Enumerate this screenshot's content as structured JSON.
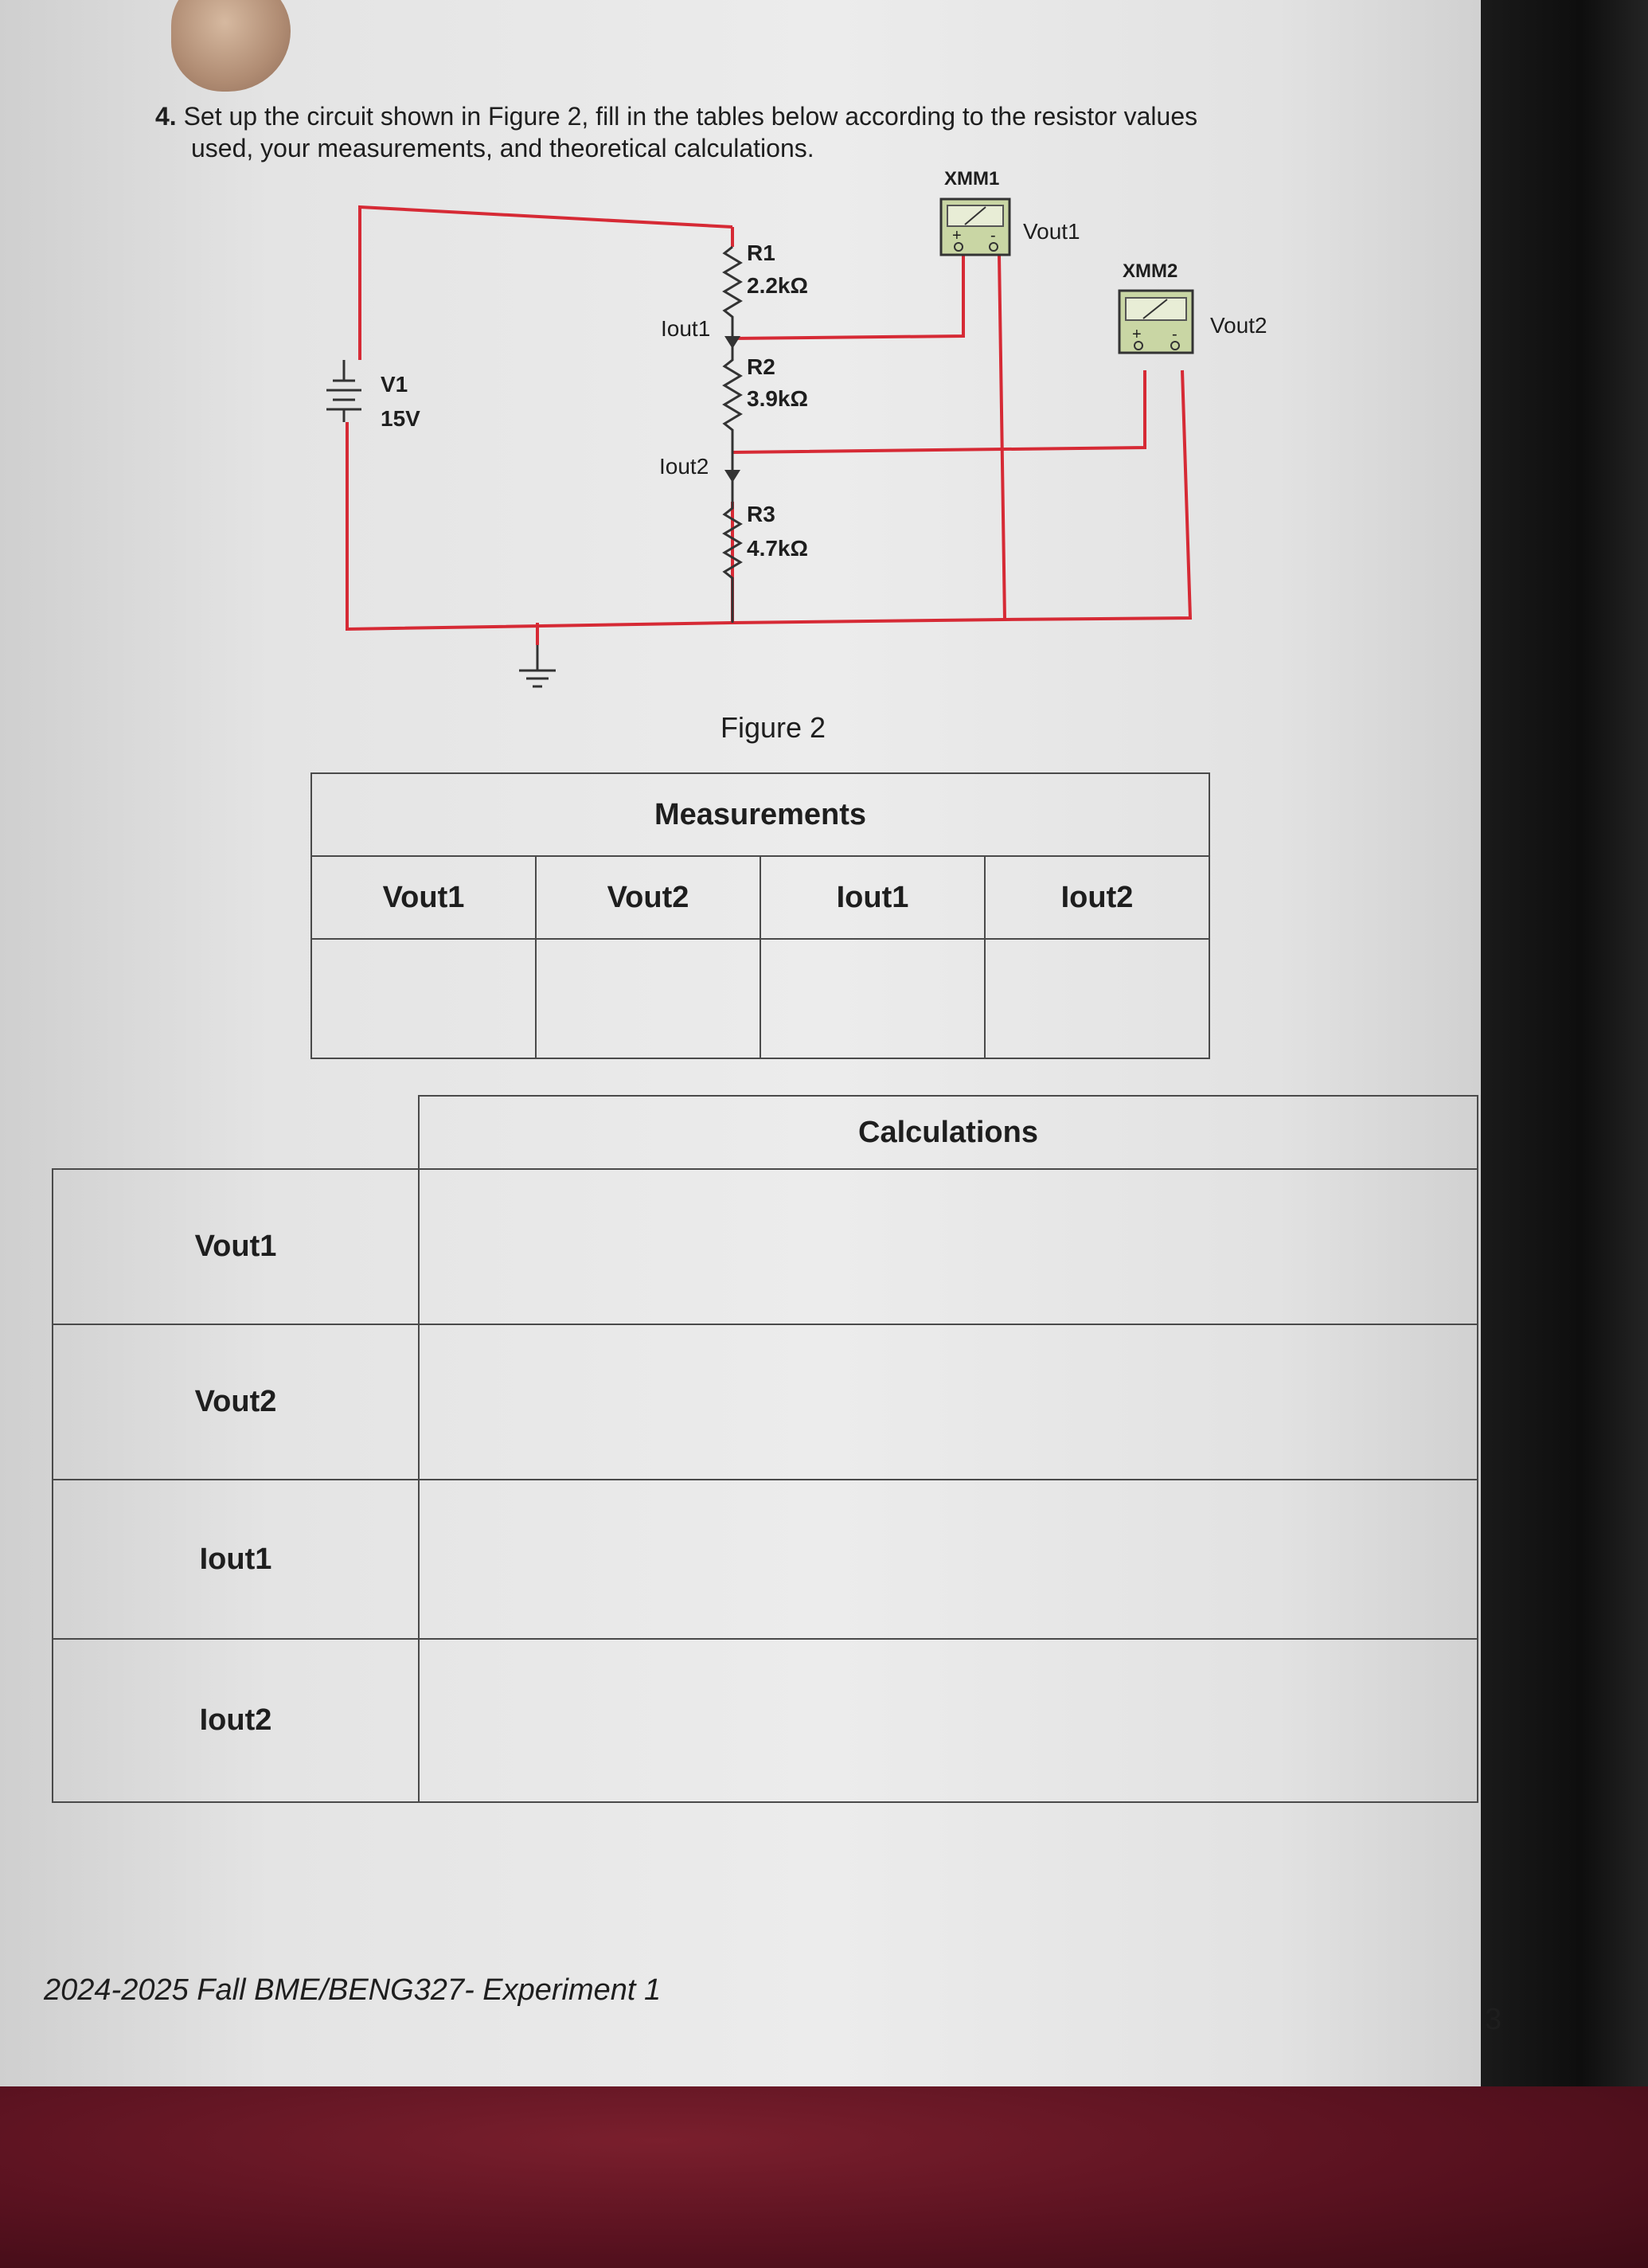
{
  "question": {
    "number": "4.",
    "line1": "Set up the circuit shown in Figure 2, fill in the tables below according to the resistor values",
    "line2": "used, your measurements, and theoretical calculations."
  },
  "circuit": {
    "source_name": "V1",
    "source_value": "15V",
    "r1_name": "R1",
    "r1_value": "2.2kΩ",
    "r2_name": "R2",
    "r2_value": "3.9kΩ",
    "r3_name": "R3",
    "r3_value": "4.7kΩ",
    "meter1_name": "XMM1",
    "meter2_name": "XMM2",
    "meter1_label": "Vout1",
    "meter2_label": "Vout2",
    "iout1_label": "Iout1",
    "iout2_label": "Iout2",
    "plus_sign": "+",
    "minus_sign": "-",
    "wire_color": "#d62a35"
  },
  "figure_caption": "Figure 2",
  "measurements_table": {
    "title": "Measurements",
    "headers": [
      "Vout1",
      "Vout2",
      "Iout1",
      "Iout2"
    ]
  },
  "calculations_table": {
    "title": "Calculations",
    "rows": [
      "Vout1",
      "Vout2",
      "Iout1",
      "Iout2"
    ]
  },
  "footer": {
    "text": "2024-2025 Fall BME/BENG327- Experiment 1",
    "page_number": "3"
  }
}
